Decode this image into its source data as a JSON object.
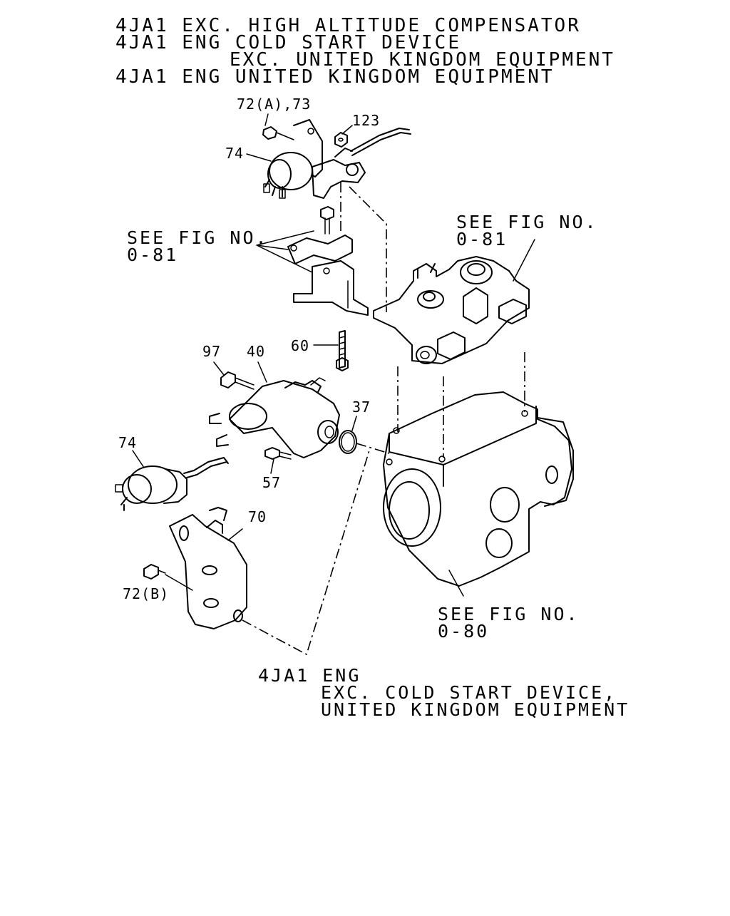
{
  "header": {
    "line1": "4JA1 EXC. HIGH ALTITUDE COMPENSATOR",
    "line2": "4JA1 ENG COLD START DEVICE",
    "line3": "EXC. UNITED KINGDOM EQUIPMENT",
    "line4": "4JA1 ENG UNITED KINGDOM EQUIPMENT"
  },
  "callouts": {
    "p72a_73": "72(A),73",
    "p123": "123",
    "p74_top": "74",
    "p60": "60",
    "p97": "97",
    "p40": "40",
    "p37": "37",
    "p74_mid": "74",
    "p57": "57",
    "p70": "70",
    "p72b": "72(B)"
  },
  "references": {
    "left_081_line1": "SEE FIG NO.",
    "left_081_line2": "0-81",
    "right_081_line1": "SEE FIG NO.",
    "right_081_line2": "0-81",
    "fig_080_line1": "SEE FIG NO.",
    "fig_080_line2": "0-80"
  },
  "footer_note": {
    "line1": "4JA1 ENG",
    "line2": "EXC. COLD START DEVICE,",
    "line3": "UNITED KINGDOM EQUIPMENT"
  }
}
